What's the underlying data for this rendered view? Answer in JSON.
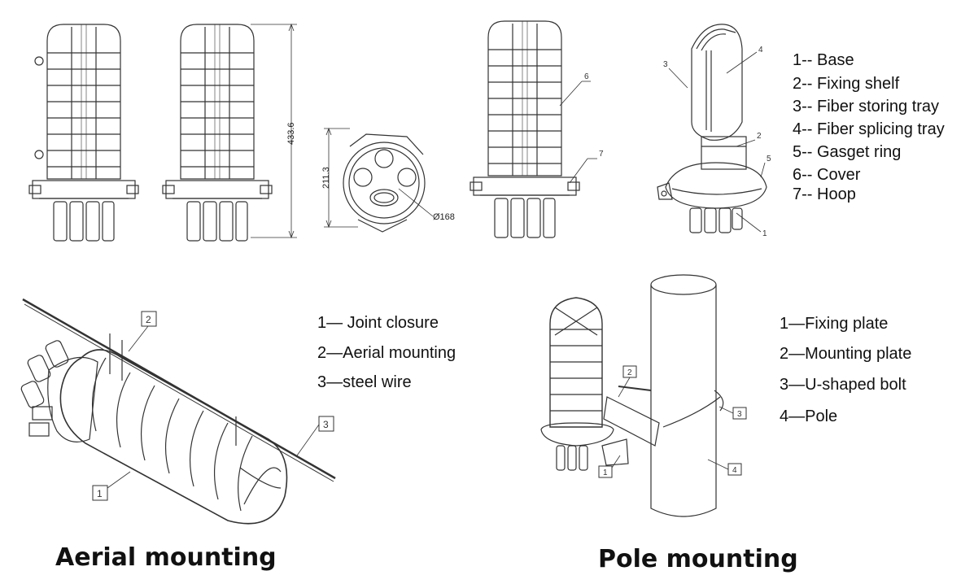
{
  "top_legend": [
    "1-- Base",
    "2-- Fixing shelf",
    "3-- Fiber storing tray",
    "4-- Fiber splicing tray",
    "5-- Gasget ring",
    "6-- Cover",
    "7-- Hoop"
  ],
  "aerial_legend": [
    "1— Joint closure",
    "2—Aerial mounting",
    "3—steel wire"
  ],
  "pole_legend": [
    "1—Fixing plate",
    "2—Mounting plate",
    "3—U-shaped bolt",
    "4—Pole"
  ],
  "captions": {
    "aerial": "Aerial mounting",
    "pole": "Pole mounting"
  },
  "dimensions": {
    "height": "433.6",
    "width": "211.3",
    "diameter": "Ø168"
  },
  "callouts": {
    "cover": "6",
    "hoop": "7",
    "tray_storing": "3",
    "tray_splicing": "4",
    "shelf": "2",
    "ring": "5",
    "base": "1",
    "aerial_1": "1",
    "aerial_2": "2",
    "aerial_3": "3",
    "pole_1": "1",
    "pole_2": "2",
    "pole_3": "3",
    "pole_4": "4"
  },
  "colors": {
    "line": "#333333",
    "background": "#ffffff"
  }
}
